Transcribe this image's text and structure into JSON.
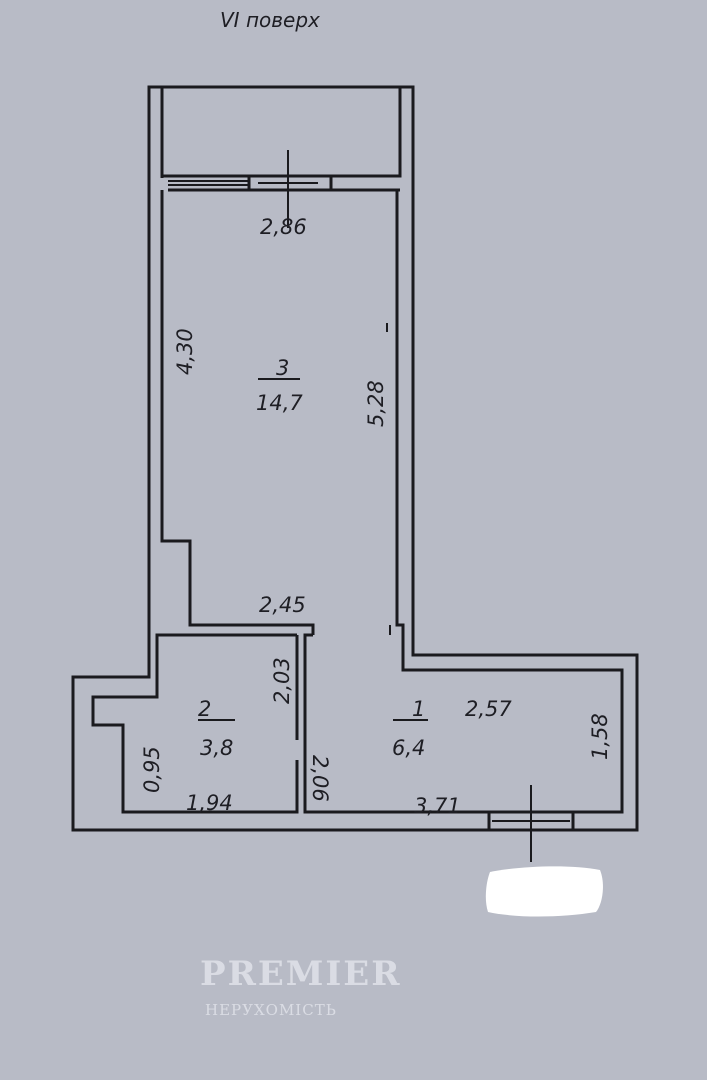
{
  "floor_label": "VI поверх",
  "rooms": [
    {
      "number": "3",
      "area": "14,7"
    },
    {
      "number": "2",
      "area": "3,8"
    },
    {
      "number": "1",
      "area": "6,4"
    }
  ],
  "dimensions": {
    "balcony_width": "2,86",
    "room3_left": "4,30",
    "room3_right": "5,28",
    "room3_bottom": "2,45",
    "bath_height": "2,03",
    "hall_height": "2,06",
    "hall_top": "2,57",
    "hall_right": "1,58",
    "bath_left": "0,95",
    "bath_bottom": "1,94",
    "hall_bottom": "3,71"
  },
  "watermark": {
    "brand": "PREMIER",
    "subtitle": "НЕРУХОМІСТЬ"
  },
  "colors": {
    "background": "#b8bbc6",
    "lines": "#1a1a1e"
  }
}
